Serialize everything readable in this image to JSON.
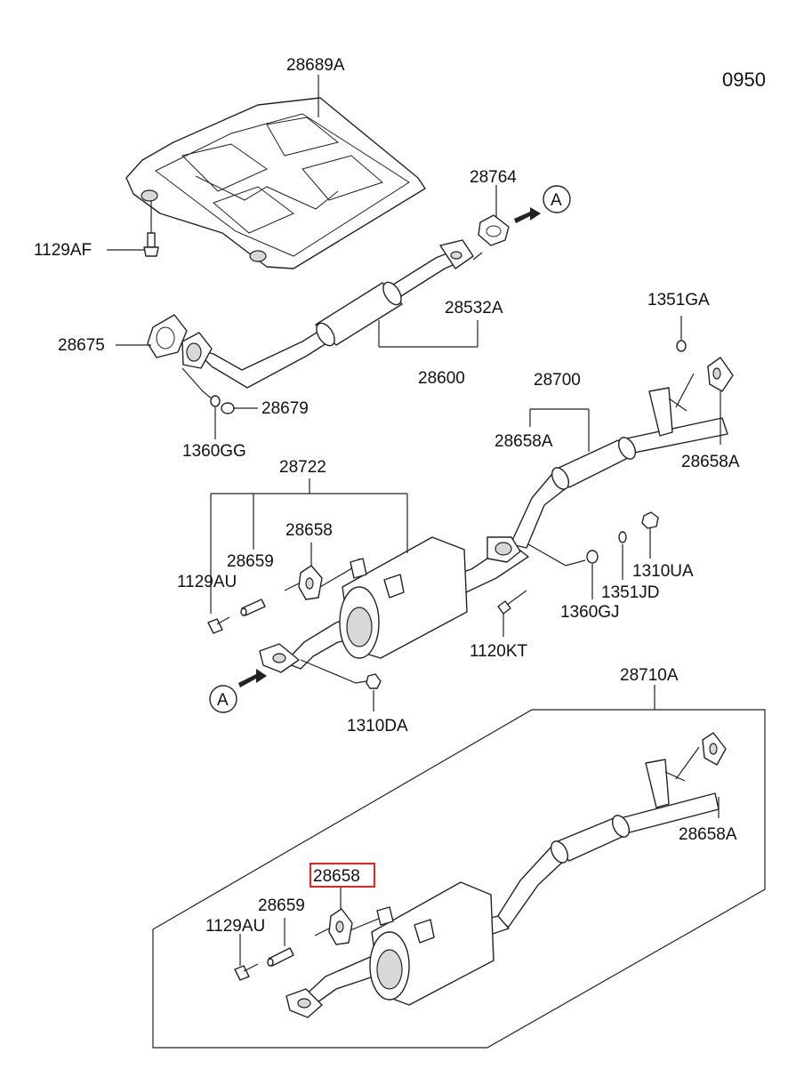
{
  "page_number": "0950",
  "section_markers": {
    "a_top": "A",
    "a_bottom": "A"
  },
  "highlight_color": "#e8261c",
  "labels": {
    "l28689A": "28689A",
    "l1129AF": "1129AF",
    "l28764": "28764",
    "l28532A": "28532A",
    "l28675": "28675",
    "l28600": "28600",
    "l28679": "28679",
    "l1360GG": "1360GG",
    "l1351GA": "1351GA",
    "l28700": "28700",
    "l28658A_1": "28658A",
    "l28658A_2": "28658A",
    "l28722": "28722",
    "l28658_1": "28658",
    "l28659_1": "28659",
    "l1129AU_1": "1129AU",
    "l1310UA": "1310UA",
    "l1351JD": "1351JD",
    "l1360GJ": "1360GJ",
    "l1120KT": "1120KT",
    "l1310DA": "1310DA",
    "l28710A": "28710A",
    "l28658A_3": "28658A",
    "l28658_2": "28658",
    "l28659_2": "28659",
    "l1129AU_2": "1129AU"
  }
}
